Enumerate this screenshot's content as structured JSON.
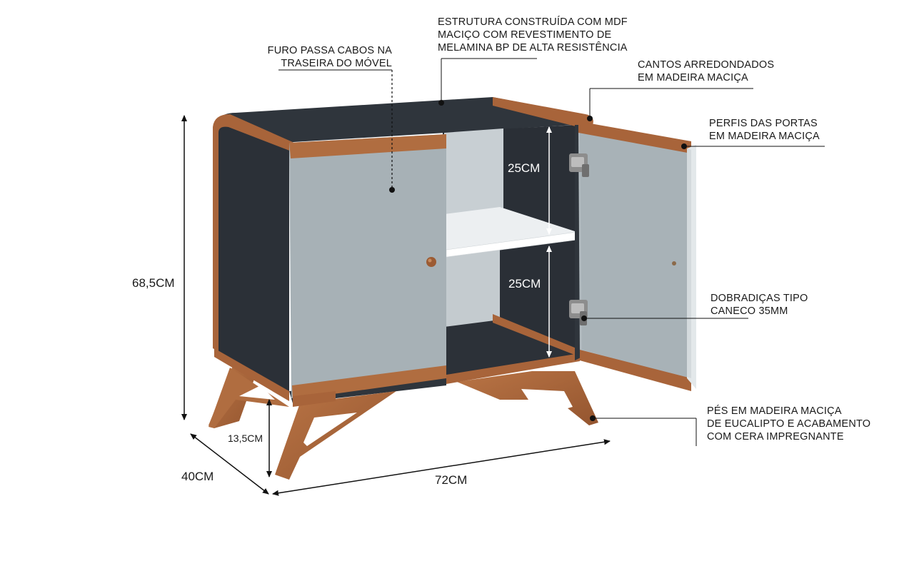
{
  "callouts": {
    "cable_hole": [
      "FURO PASSA CABOS NA",
      "TRASEIRA DO MÓVEL"
    ],
    "structure": [
      "ESTRUTURA CONSTRUÍDA COM MDF",
      "MACIÇO COM REVESTIMENTO DE",
      "MELAMINA BP DE ALTA RESISTÊNCIA"
    ],
    "corners": [
      "CANTOS ARREDONDADOS",
      "EM MADEIRA MACIÇA"
    ],
    "door_profiles": [
      "PERFIS DAS PORTAS",
      "EM MADEIRA MACIÇA"
    ],
    "hinges": [
      "DOBRADIÇAS TIPO",
      "CANECO 35MM"
    ],
    "feet": [
      "PÉS EM MADEIRA MACIÇA",
      "DE EUCALIPTO E ACABAMENTO",
      "COM CERA IMPREGNANTE"
    ]
  },
  "dimensions": {
    "height": "68,5CM",
    "leg_height": "13,5CM",
    "depth": "40CM",
    "width": "72CM",
    "upper_compartment": "25CM",
    "lower_compartment": "25CM"
  },
  "colors": {
    "body": "#2c3138",
    "door": "#a9b3b8",
    "door_inner": "#b6bfc4",
    "wood": "#a8643a",
    "shelf": "#e9ecee",
    "interior_back": "#c5ccd0",
    "line": "#222222"
  }
}
